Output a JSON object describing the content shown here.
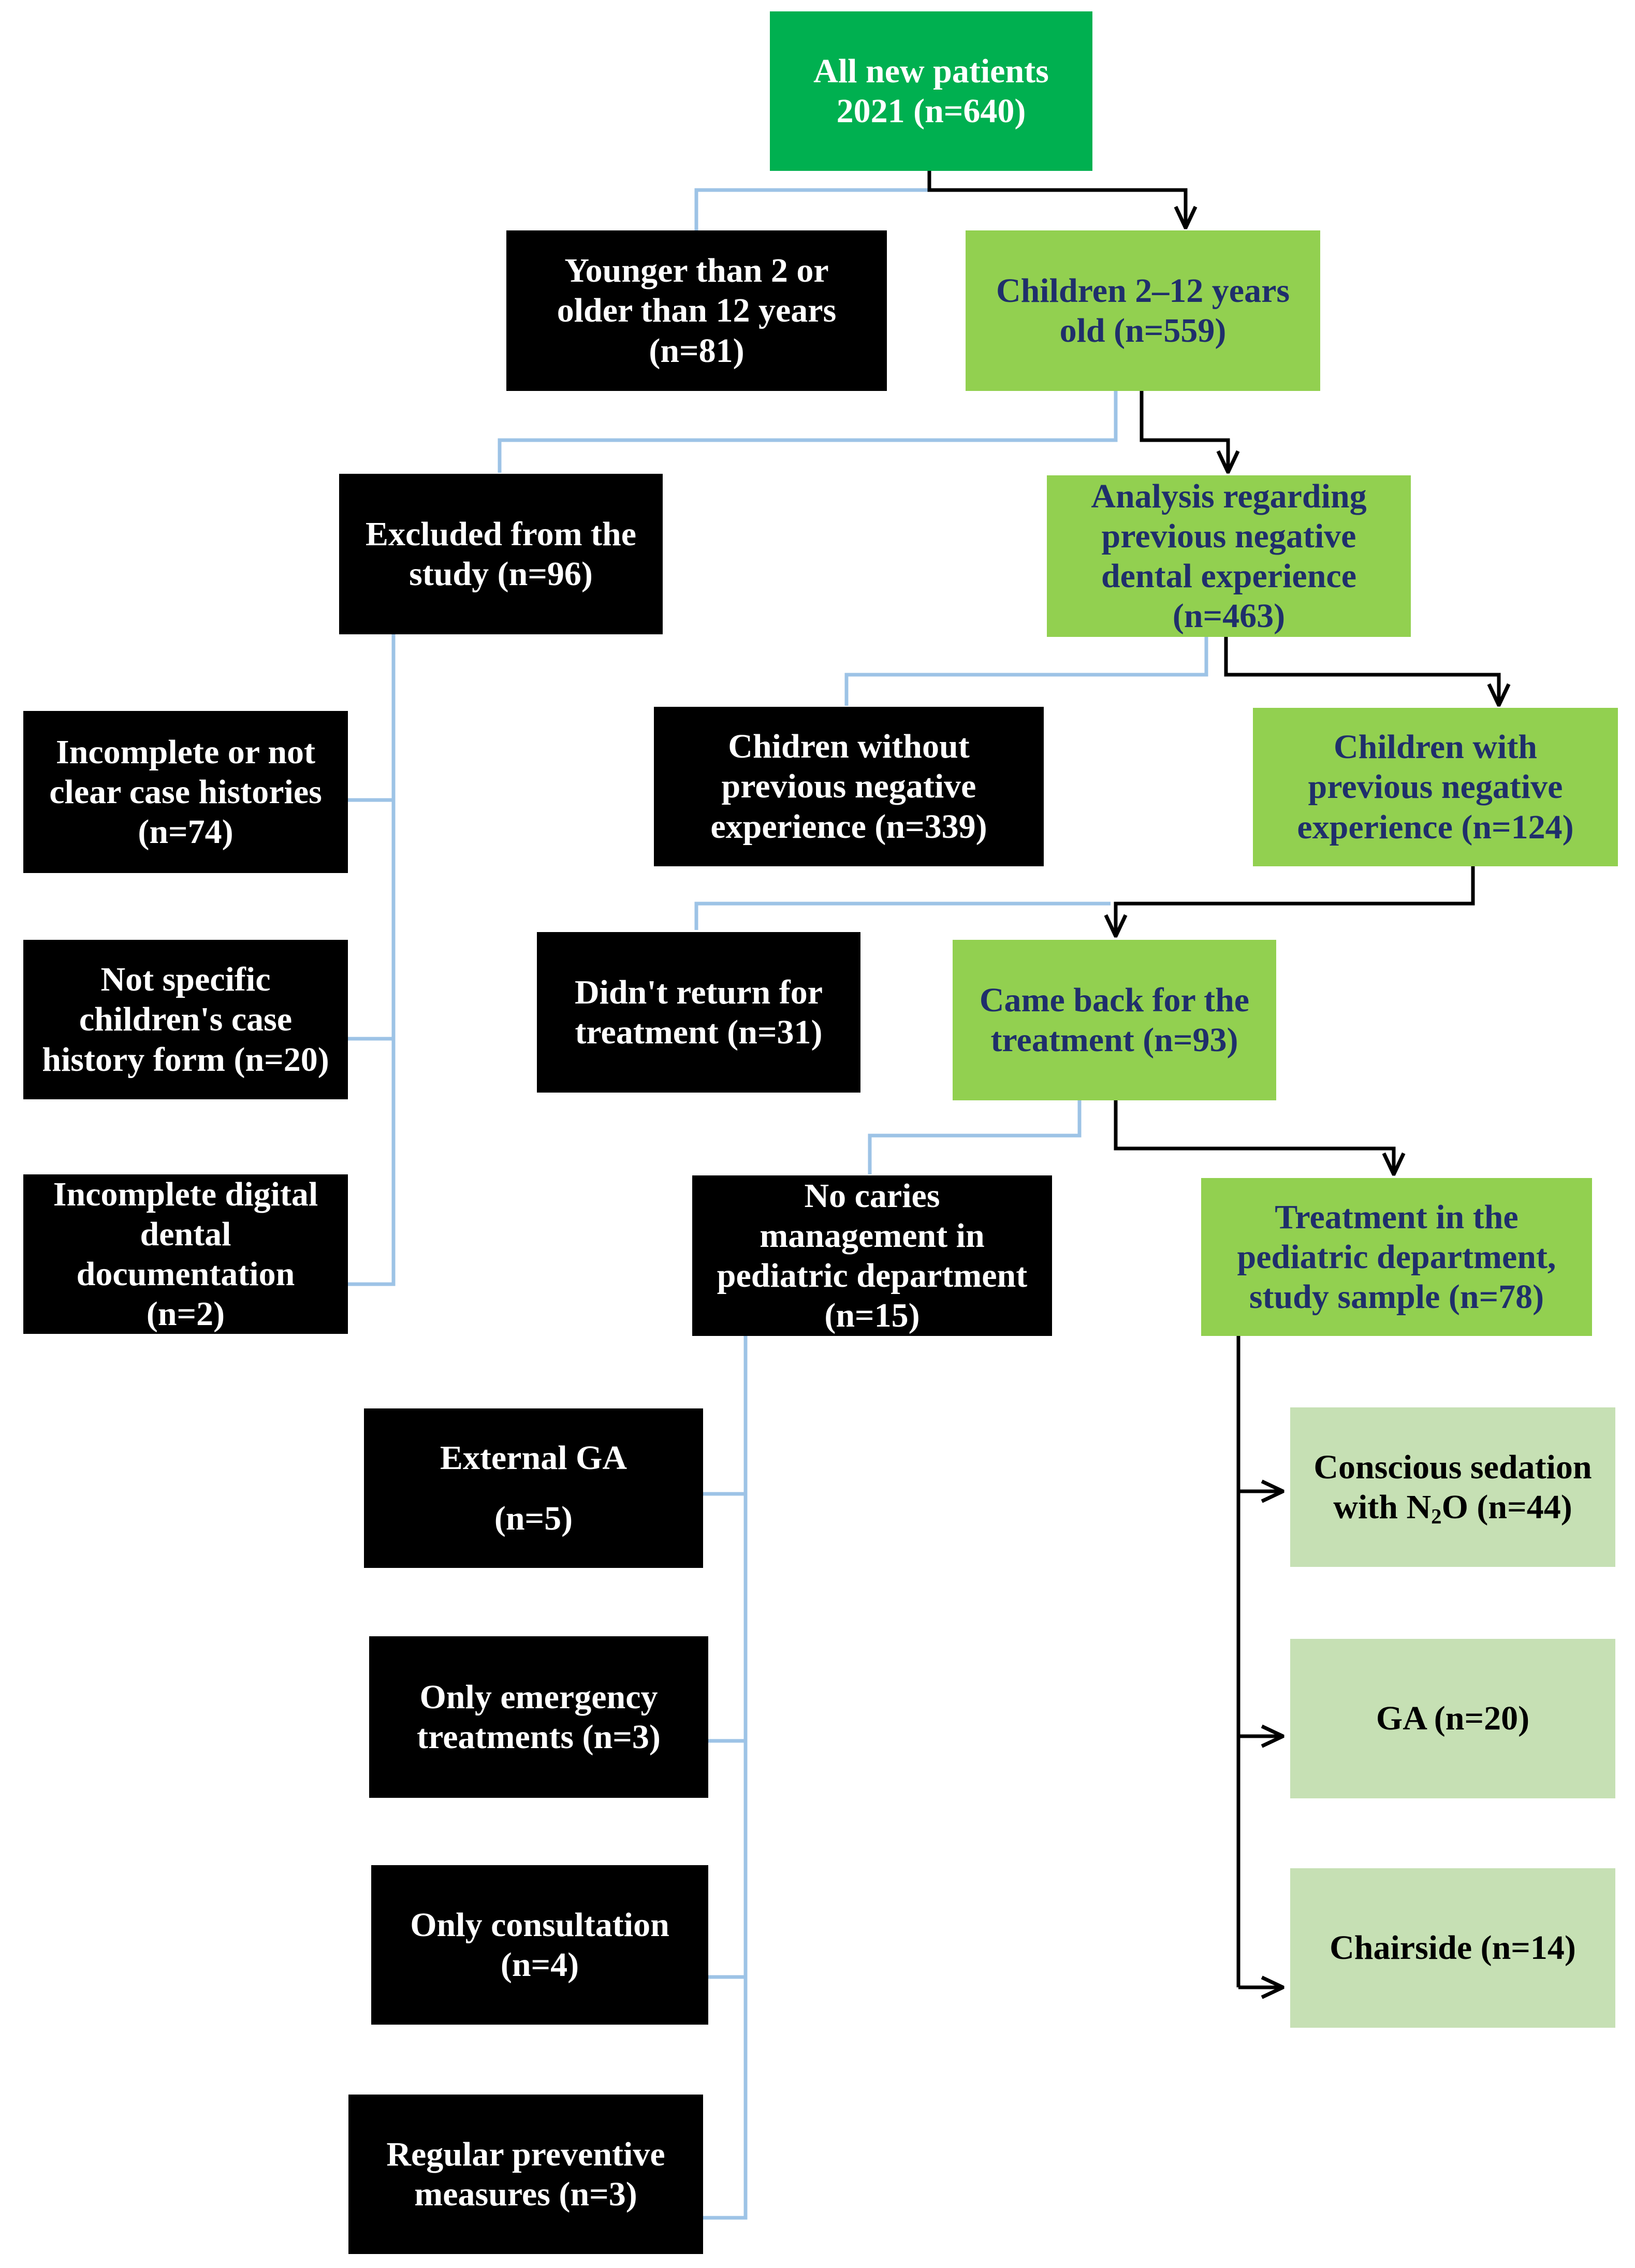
{
  "nodes": {
    "all_new": {
      "lines": [
        "All new patients",
        "2021 (n=640)"
      ]
    },
    "younger_older": {
      "lines": [
        "Younger than 2 or",
        "older than 12 years",
        "(n=81)"
      ]
    },
    "children_2_12": {
      "lines": [
        "Children 2–12 years",
        "old (n=559)"
      ]
    },
    "excluded": {
      "lines": [
        "Excluded from the",
        "study (n=96)"
      ]
    },
    "analysis": {
      "lines": [
        "Analysis regarding",
        "previous negative",
        "dental experience",
        "(n=463)"
      ]
    },
    "incomplete_case": {
      "lines": [
        "Incomplete or not",
        "clear case histories",
        "(n=74)"
      ]
    },
    "without_negative": {
      "lines": [
        "Chidren without",
        "previous negative",
        "experience (n=339)"
      ]
    },
    "with_negative": {
      "lines": [
        "Children with",
        "previous negative",
        "experience (n=124)"
      ]
    },
    "not_specific": {
      "lines": [
        "Not specific",
        "children's case",
        "history form (n=20)"
      ]
    },
    "didnt_return": {
      "lines": [
        "Didn't return for",
        "treatment (n=31)"
      ]
    },
    "came_back": {
      "lines": [
        "Came back for the",
        "treatment (n=93)"
      ]
    },
    "incomplete_digital": {
      "lines": [
        "Incomplete digital",
        "dental",
        "documentation",
        "(n=2)"
      ]
    },
    "no_caries": {
      "lines": [
        "No caries",
        "management in",
        "pediatric department",
        "(n=15)"
      ]
    },
    "treatment_pediatric": {
      "lines": [
        "Treatment in the",
        "pediatric department,",
        "study sample (n=78)"
      ]
    },
    "external_ga": {
      "lines": [
        "External GA",
        "(n=5)"
      ]
    },
    "conscious_sedation": {
      "line1": "Conscious sedation",
      "line2_pre": "with N",
      "line2_sub": "2",
      "line2_post": "O (n=44)"
    },
    "only_emergency": {
      "lines": [
        "Only emergency",
        "treatments (n=3)"
      ]
    },
    "ga": {
      "lines": [
        "GA (n=20)"
      ]
    },
    "only_consultation": {
      "lines": [
        "Only consultation",
        "(n=4)"
      ]
    },
    "chairside": {
      "lines": [
        "Chairside (n=14)"
      ]
    },
    "regular_preventive": {
      "lines": [
        "Regular preventive",
        "measures (n=3)"
      ]
    }
  },
  "colors": {
    "black_box": "#000000",
    "dark_green_box": "#00b050",
    "mid_green_box": "#92d050",
    "light_green_box": "#c6e0b4",
    "exclusion_connector": "#9dc3e6",
    "inclusion_connector": "#000000"
  }
}
